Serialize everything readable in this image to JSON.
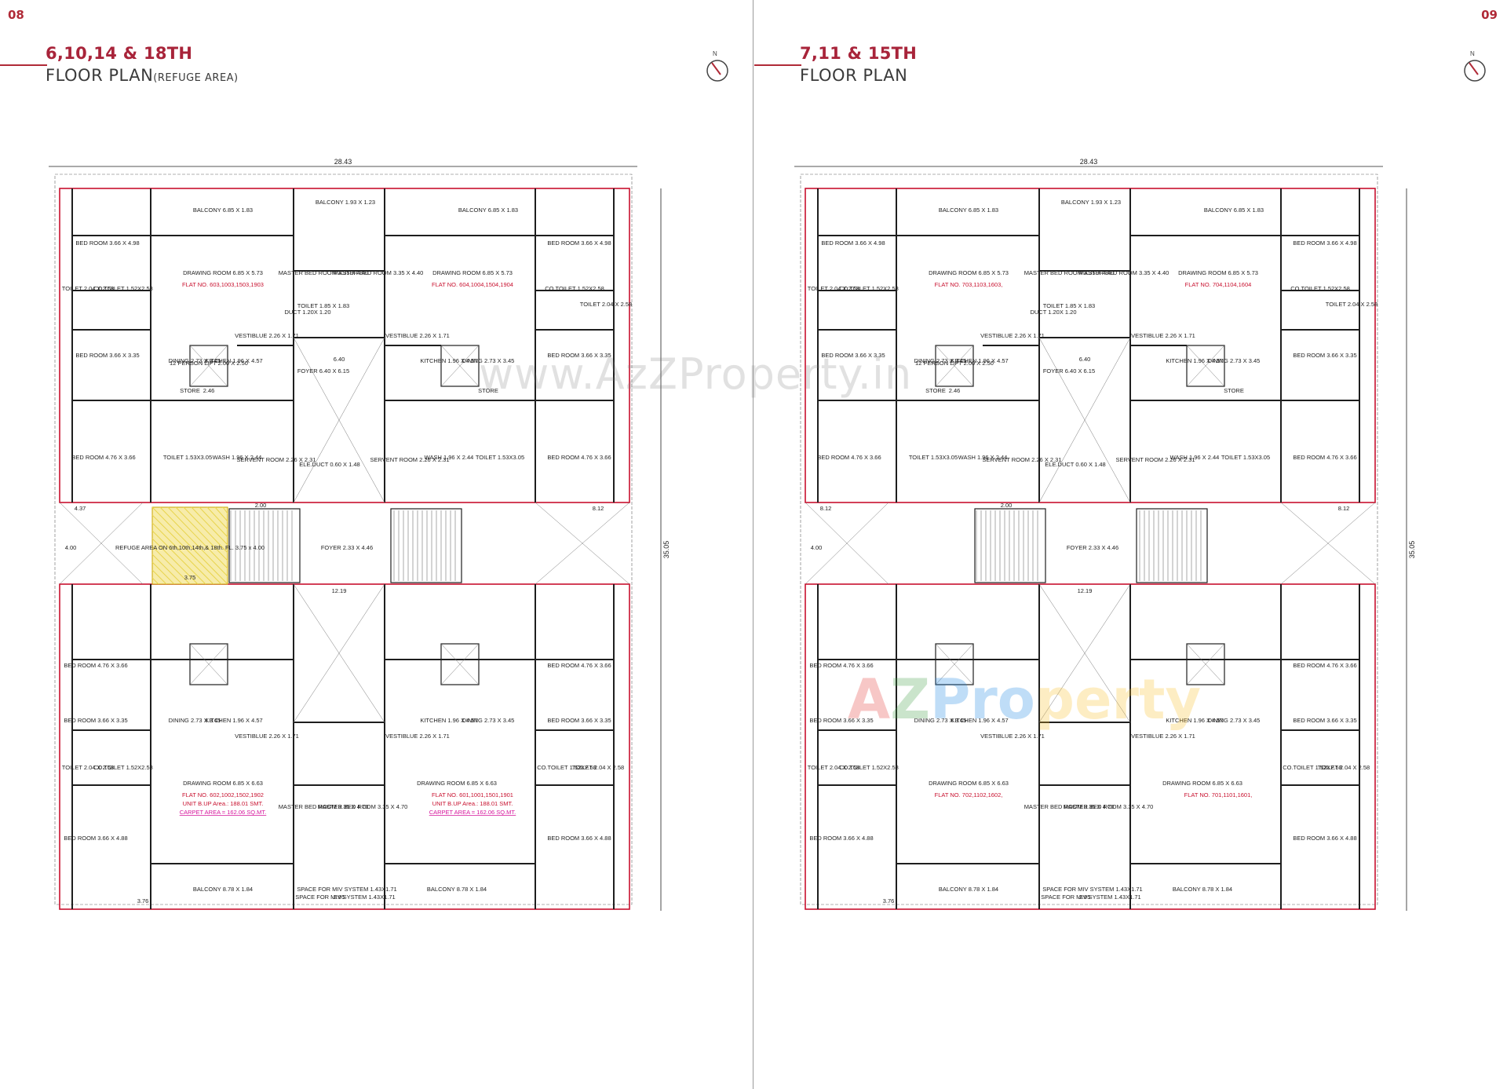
{
  "left_page": {
    "page_number": "08",
    "title_line1": "6,10,14 & 18TH",
    "title_line2": "FLOOR PLAN",
    "title_suffix": "(REFUGE AREA)",
    "compass_label": "N",
    "plan": {
      "overall_width": "28.43",
      "overall_height": "35.05",
      "rooms": [
        "BALCONY 6.85 X 1.83",
        "BALCONY 1.93 X 1.23",
        "BED ROOM 3.66 X 4.98",
        "DRAWING ROOM 6.85 X 5.73",
        "MASTER BED ROOM 3.35 X 4.40",
        "TOILET 2.04 X 2.58",
        "CO.TOILET 1.52X2.58",
        "TOILET 1.85 X 1.83",
        "DUCT 1.20X 1.20",
        "BED ROOM 3.66 X 3.35",
        "DINING 2.73 X 3.45",
        "KITCHEN 1.96 X 4.57",
        "VESTIBLUE 2.26 X 1.71",
        "12 PERSON LIFT 2.00 X 2.50",
        "FOYER 6.40 X 6.15",
        "STORE",
        "BED ROOM 4.76 X 3.66",
        "TOILET 1.53X3.05",
        "WASH 1.96 X 2.44",
        "SERVENT ROOM 2.26 X 2.31",
        "ELE.DUCT 0.60 X 1.48",
        "FOYER 2.33 X 4.46",
        "BED ROOM 3.66 X 4.88",
        "MASTER BED ROOM 3.35 X 4.70",
        "DRAWING ROOM 6.85 X 6.63",
        "BALCONY 8.78 X 1.84",
        "SPACE FOR MIV SYSTEM 1.43X1.71"
      ],
      "flat_labels": [
        "FLAT NO. 603,1003,1503,1903",
        "FLAT NO. 604,1004,1504,1904",
        "FLAT NO. 602,1002,1502,1902",
        "FLAT NO. 601,1001,1501,1901"
      ],
      "area_builtup": "UNIT B.UP Area.: 188.01 SMT.",
      "area_carpet": "CARPET AREA = 162.06 SQ.MT.",
      "refuge_label": "REFUGE AREA ON 6th,10th,14th,& 18th. FL. 3.75 x 4.00",
      "dims": [
        "4.37",
        "8.12",
        "6.40",
        "12.19",
        "2.00",
        "2.46",
        "3.76",
        "2.95",
        "4.00",
        "3.75"
      ]
    }
  },
  "right_page": {
    "page_number": "09",
    "title_line1": "7,11 & 15TH",
    "title_line2": "FLOOR PLAN",
    "compass_label": "N",
    "plan": {
      "overall_width": "28.43",
      "overall_height": "35.05",
      "flat_labels": [
        "FLAT NO. 703,1103,1603,",
        "FLAT NO. 704,1104,1604",
        "FLAT NO. 702,1102,1602,",
        "FLAT NO. 701,1101,1601,"
      ],
      "dims": [
        "8.12",
        "8.12",
        "6.40",
        "12.19",
        "2.00",
        "2.46",
        "3.76",
        "2.95",
        "4.00"
      ]
    }
  },
  "watermark": {
    "text": "www.AzZProperty.in",
    "logo_parts": [
      "A",
      "Z",
      "Pro",
      "perty"
    ]
  },
  "colors": {
    "accent": "#b02a37",
    "wall": "#1e1e1e",
    "boundary": "#c8102e",
    "refuge_hatch": "#e8d44d"
  }
}
